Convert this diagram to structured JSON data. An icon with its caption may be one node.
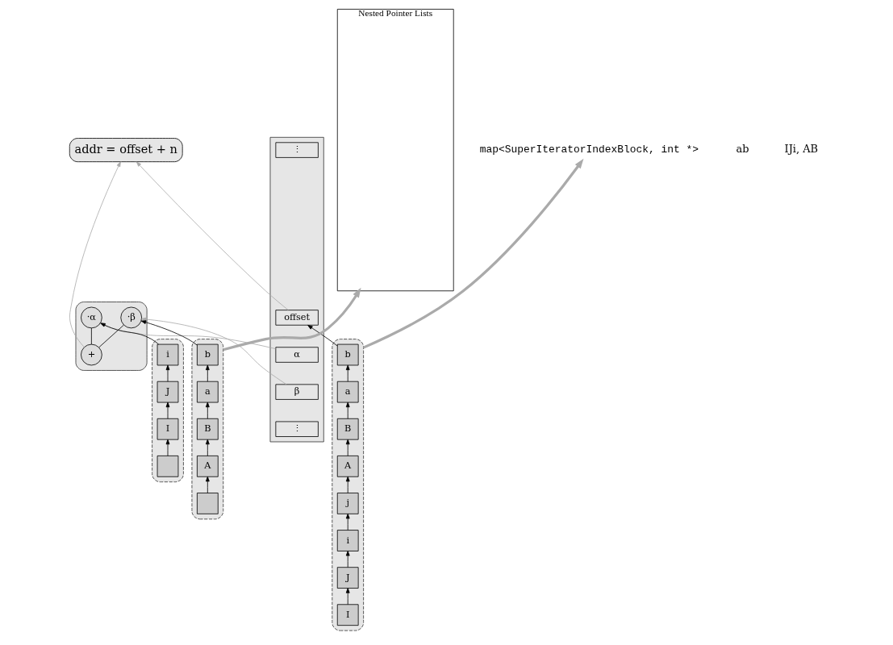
{
  "diagram": {
    "nodes": [
      {
        "text": [],
        "shape": "box"
      },
      {
        "text": [
          "b"
        ],
        "in": 0
      },
      {
        "text": [
          "a"
        ],
        "in": 0
      },
      {
        "text": [
          "B"
        ],
        "in": 0
      },
      {
        "text": [
          "A"
        ],
        "in": 0
      },
      {
        "text": [
          "j"
        ],
        "in": 0
      },
      {
        "text": [
          "i"
        ],
        "in": 0
      },
      {
        "text": [
          "J"
        ],
        "in": 0
      },
      {
        "text": [
          "I"
        ],
        "in": 0
      },
      {
        "text": [],
        "shape": "box"
      },
      {
        "text": [
          "⋮"
        ],
        "in": 9
      },
      {
        "text": [
          "offset"
        ],
        "in": 9
      },
      {
        "text": [
          "α"
        ],
        "in": 9
      },
      {
        "text": [
          "β"
        ],
        "in": 9
      },
      {
        "text": [
          "⋮"
        ],
        "in": 9
      },
      {
        "text": [
          "addr = offset + n"
        ]
      },
      {
        "text": [],
        "shape": "box"
      },
      {
        "text": [
          "+"
        ],
        "in": 16
      },
      {
        "text": [
          "·α"
        ],
        "in": 16
      },
      {
        "text": [
          "·β"
        ],
        "in": 16
      },
      {
        "text": [],
        "shape": "box"
      },
      {
        "text": [
          "i"
        ],
        "in": 20
      },
      {
        "text": [
          "J"
        ],
        "in": 20
      },
      {
        "text": [
          "I"
        ],
        "in": 20
      },
      {
        "text": [],
        "shape": "box",
        "in": 20
      },
      {
        "text": [],
        "shape": "box"
      },
      {
        "text": [
          "b"
        ],
        "in": 25
      },
      {
        "text": [
          "a"
        ],
        "in": 25
      },
      {
        "text": [
          "B"
        ],
        "in": 25
      },
      {
        "text": [
          "A"
        ],
        "in": 25
      },
      {
        "text": [],
        "shape": "box",
        "in": 25
      },
      {
        "text": [
          "Nested Pointer Lists"
        ]
      },
      {
        "text": [
          "map<SuperIteratorIndexBlock, int *>"
        ]
      }
    ],
    "edges": [
      {
        "from": 8,
        "to": 7,
        "arrow": "to"
      },
      {
        "from": 7,
        "to": 6,
        "arrow": "to"
      },
      {
        "from": 6,
        "to": 5,
        "arrow": "to"
      },
      {
        "from": 5,
        "to": 4,
        "arrow": "to"
      },
      {
        "from": 4,
        "to": 3,
        "arrow": "to"
      },
      {
        "from": 3,
        "to": 2,
        "arrow": "to"
      },
      {
        "from": 2,
        "to": 1,
        "arrow": "to"
      },
      {
        "from": 1,
        "to": 11,
        "arrow": "to"
      },
      {
        "from": 11,
        "to": 15,
        "arrow": "to",
        "color": "#aaaaaa"
      },
      {
        "from": 12,
        "to": 18,
        "arrow": "to",
        "color": "#aaaaaa"
      },
      {
        "from": 13,
        "to": 19,
        "arrow": "to",
        "color": "#aaaaaa"
      },
      {
        "from": 17,
        "to": 15,
        "arrow": "to",
        "color": "#aaaaaa"
      },
      {
        "from": 17,
        "to": 18,
        "arrow": "none"
      },
      {
        "from": 17,
        "to": 19,
        "arrow": "none"
      },
      {
        "from": 24,
        "to": 23,
        "arrow": "to"
      },
      {
        "from": 23,
        "to": 22,
        "arrow": "to"
      },
      {
        "from": 22,
        "to": 21,
        "arrow": "to"
      },
      {
        "from": 21,
        "to": 18,
        "arrow": "to"
      },
      {
        "from": 30,
        "to": 29,
        "arrow": "to"
      },
      {
        "from": 29,
        "to": 28,
        "arrow": "to"
      },
      {
        "from": 28,
        "to": 27,
        "arrow": "to"
      },
      {
        "from": 27,
        "to": 26,
        "arrow": "to"
      },
      {
        "from": 26,
        "to": 19,
        "arrow": "to"
      },
      {
        "from": 0,
        "to": 32,
        "arrow": "to",
        "style": "thick",
        "color": "#aaaaaa"
      },
      {
        "from": 25,
        "to": 31,
        "arrow": "to",
        "style": "thick",
        "color": "#aaaaaa"
      }
    ],
    "labels": [
      "ab",
      "IJi, AB"
    ]
  }
}
